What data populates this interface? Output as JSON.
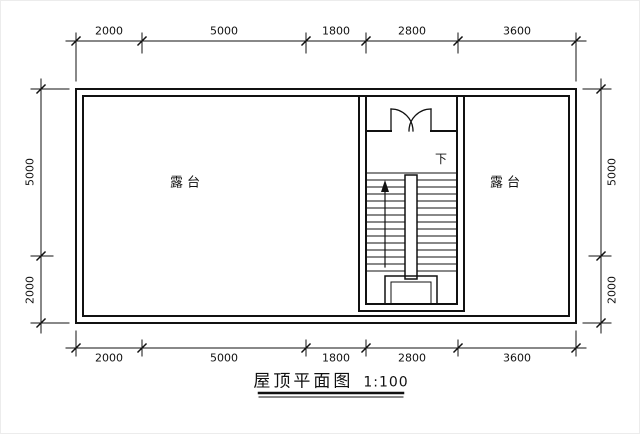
{
  "drawing": {
    "title": "屋顶平面图",
    "scale": "1:100",
    "rooms": {
      "terrace_left": "露台",
      "terrace_right": "露台"
    },
    "stair": {
      "direction": "下"
    },
    "dims": {
      "top": [
        "2000",
        "5000",
        "1800",
        "2800",
        "3600"
      ],
      "bottom": [
        "2000",
        "5000",
        "1800",
        "2800",
        "3600"
      ],
      "left": [
        "5000",
        "2000"
      ],
      "right": [
        "5000",
        "2000"
      ]
    },
    "line_color": "#111111"
  }
}
